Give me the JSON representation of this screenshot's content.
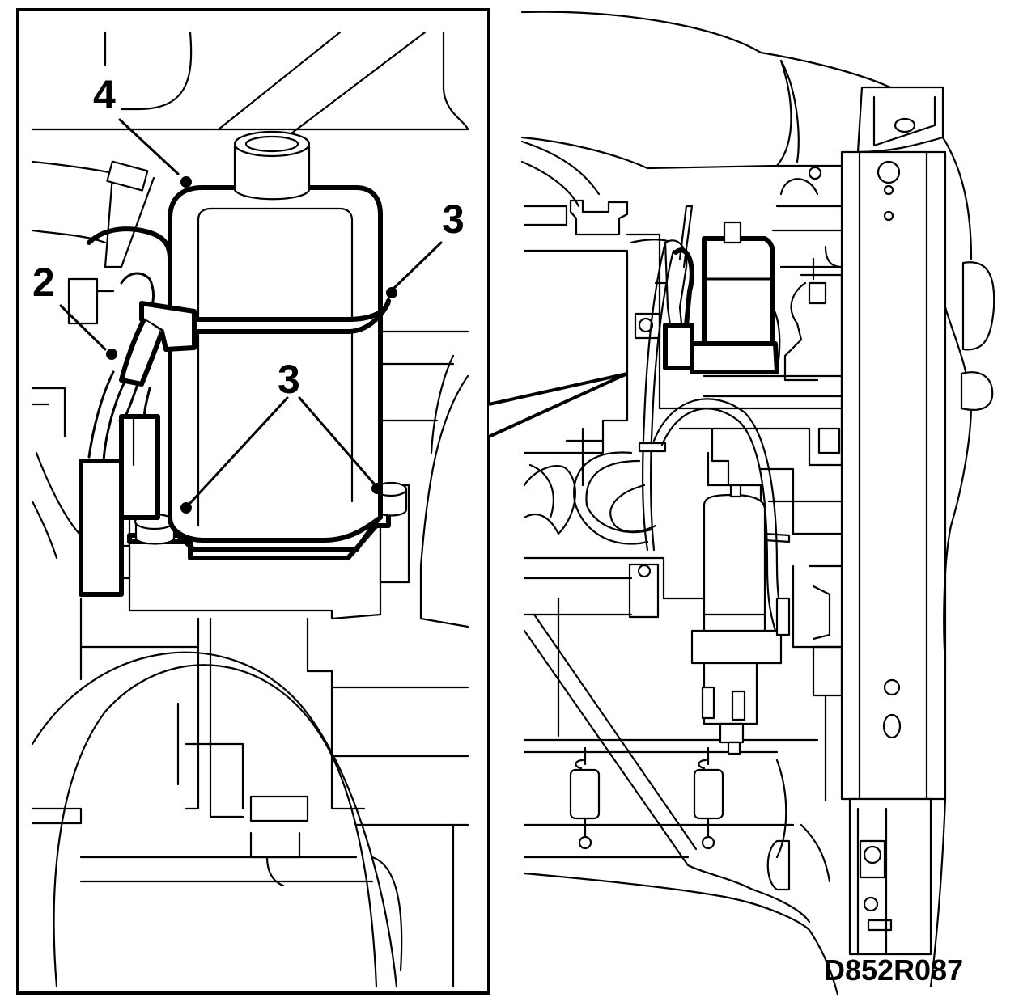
{
  "figure": {
    "reference_code": "D852R087",
    "callouts": {
      "label_2": "2",
      "label_3_right": "3",
      "label_3_center": "3",
      "label_4": "4"
    }
  },
  "colors": {
    "line": "#000000",
    "background": "#ffffff"
  }
}
